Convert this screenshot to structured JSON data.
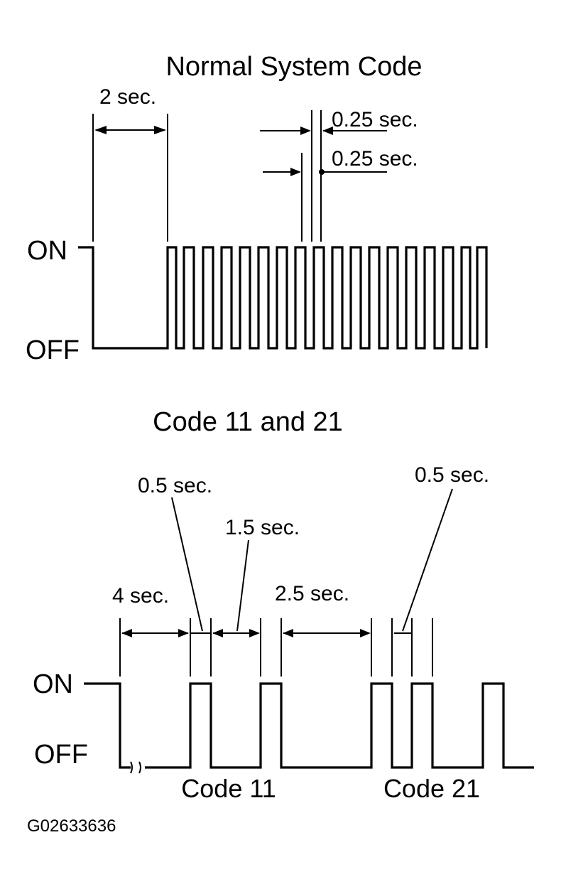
{
  "diagram": {
    "normal": {
      "title": "Normal System Code",
      "on_label": "ON",
      "off_label": "OFF",
      "dim_start": "2 sec.",
      "dim_period_a": "0.25 sec.",
      "dim_period_b": "0.25 sec."
    },
    "codes": {
      "title": "Code 11 and 21",
      "on_label": "ON",
      "off_label": "OFF",
      "dim_start": "4 sec.",
      "dim_pulse": "0.5 sec.",
      "dim_gap": "1.5 sec.",
      "dim_between": "2.5 sec.",
      "dim_pulse2": "0.5 sec.",
      "code_a": "Code 11",
      "code_b": "Code 21"
    },
    "reference": "G02633636"
  }
}
